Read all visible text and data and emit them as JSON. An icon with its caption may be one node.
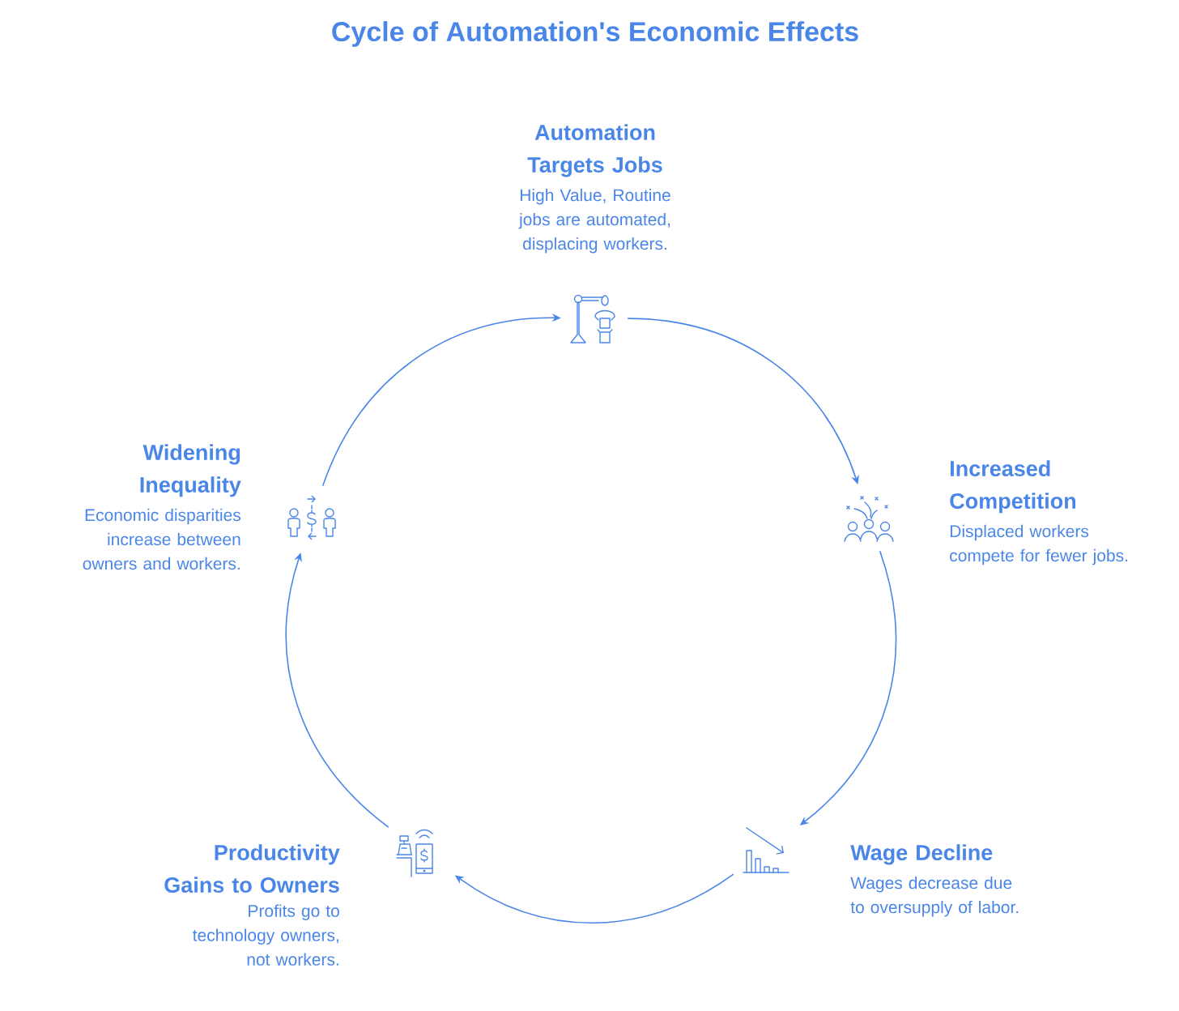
{
  "diagram": {
    "title": "Cycle of Automation's Economic Effects",
    "nodes": [
      {
        "text": [],
        "shape": "picture",
        "beside": [
          "Automation Targets Jobs",
          "High Value, Routine jobs are automated, displacing workers."
        ]
      },
      {
        "text": [],
        "shape": "picture",
        "beside": [
          "Increased Competition",
          "Displaced workers compete for fewer jobs."
        ]
      },
      {
        "text": [],
        "shape": "picture",
        "beside": [
          "Wage Decline",
          "Wages decrease due to oversupply of labor."
        ]
      },
      {
        "text": [],
        "shape": "picture",
        "beside": [
          "Productivity Gains to Owners",
          "Profits go to technology owners, not workers."
        ]
      },
      {
        "text": [],
        "shape": "picture",
        "beside": [
          "Widening Inequality",
          "Economic disparities increase between owners and workers."
        ]
      }
    ],
    "edges": [
      {
        "from": 0,
        "to": 1,
        "arrow": "to"
      },
      {
        "from": 1,
        "to": 2,
        "arrow": "to"
      },
      {
        "from": 2,
        "to": 3,
        "arrow": "to"
      },
      {
        "from": 3,
        "to": 4,
        "arrow": "to"
      },
      {
        "from": 4,
        "to": 0,
        "arrow": "to"
      }
    ]
  }
}
